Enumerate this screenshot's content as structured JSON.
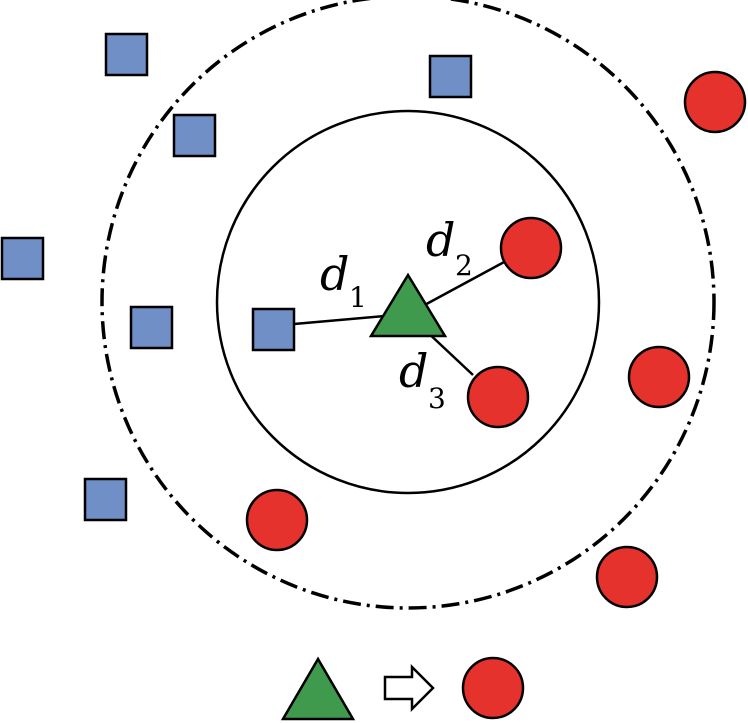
{
  "diagram": {
    "labels": {
      "d1": {
        "base": "d",
        "sub": "1"
      },
      "d2": {
        "base": "d",
        "sub": "2"
      },
      "d3": {
        "base": "d",
        "sub": "3"
      }
    },
    "colors": {
      "square_fill": "#6f8fc6",
      "circle_fill": "#e5322d",
      "triangle_fill": "#3f9a4e",
      "outline": "#000000",
      "background": "#ffffff"
    },
    "legend": {
      "from_icon": "triangle-icon",
      "arrow_icon": "right-arrow-icon",
      "to_icon": "circle-icon"
    }
  }
}
